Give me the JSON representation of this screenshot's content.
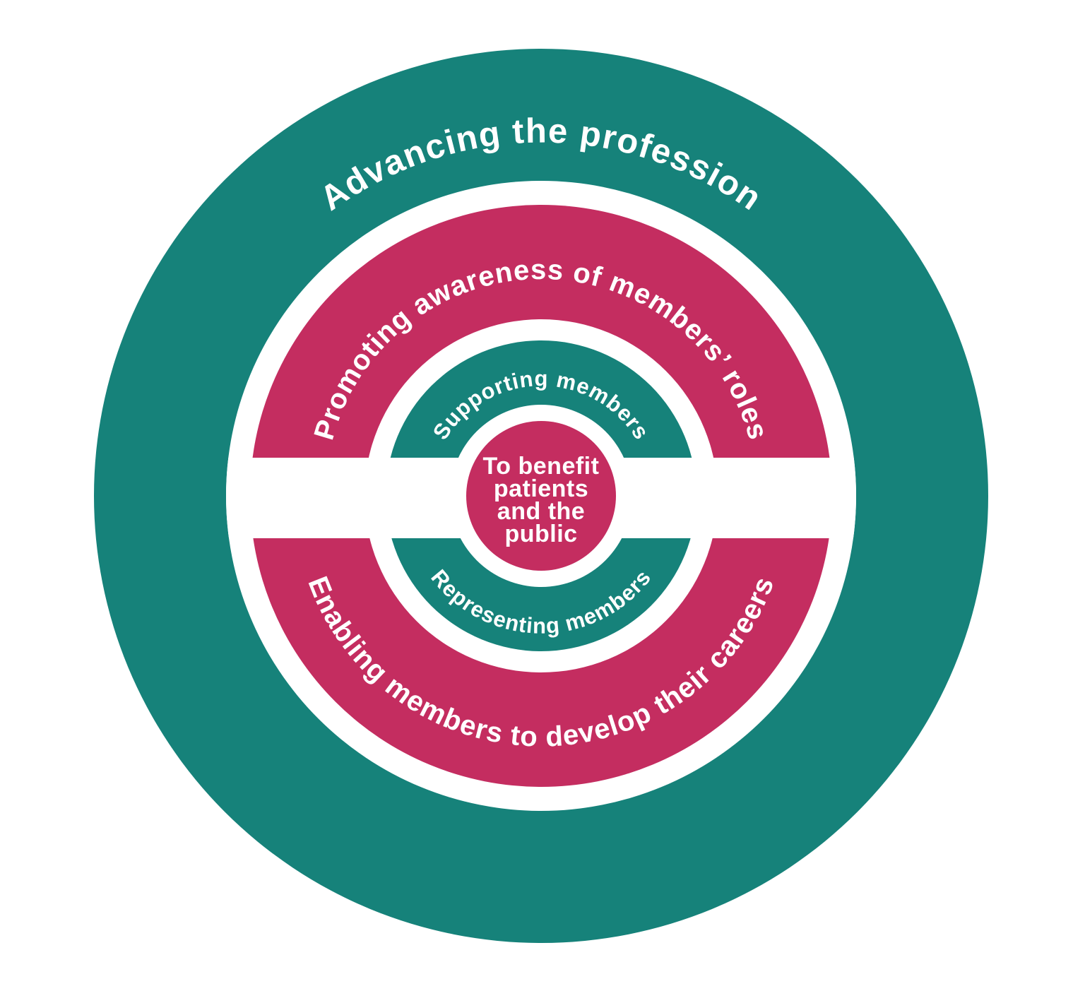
{
  "diagram": {
    "type": "concentric-rings",
    "colors": {
      "teal": "#16827A",
      "pink": "#C42D60",
      "white": "#FFFFFF"
    },
    "rings": {
      "outer": {
        "label": "Advancing the profession"
      },
      "middle": {
        "top_label": "Promoting awareness of members’ roles",
        "bottom_label": "Enabling members to develop their careers"
      },
      "inner": {
        "top_label": "Supporting members",
        "bottom_label": "Representing members"
      },
      "center": {
        "full_text": "To benefit patients and the public",
        "line1": "To benefit",
        "line2": "patients",
        "line3": "and the",
        "line4": "public"
      }
    }
  }
}
